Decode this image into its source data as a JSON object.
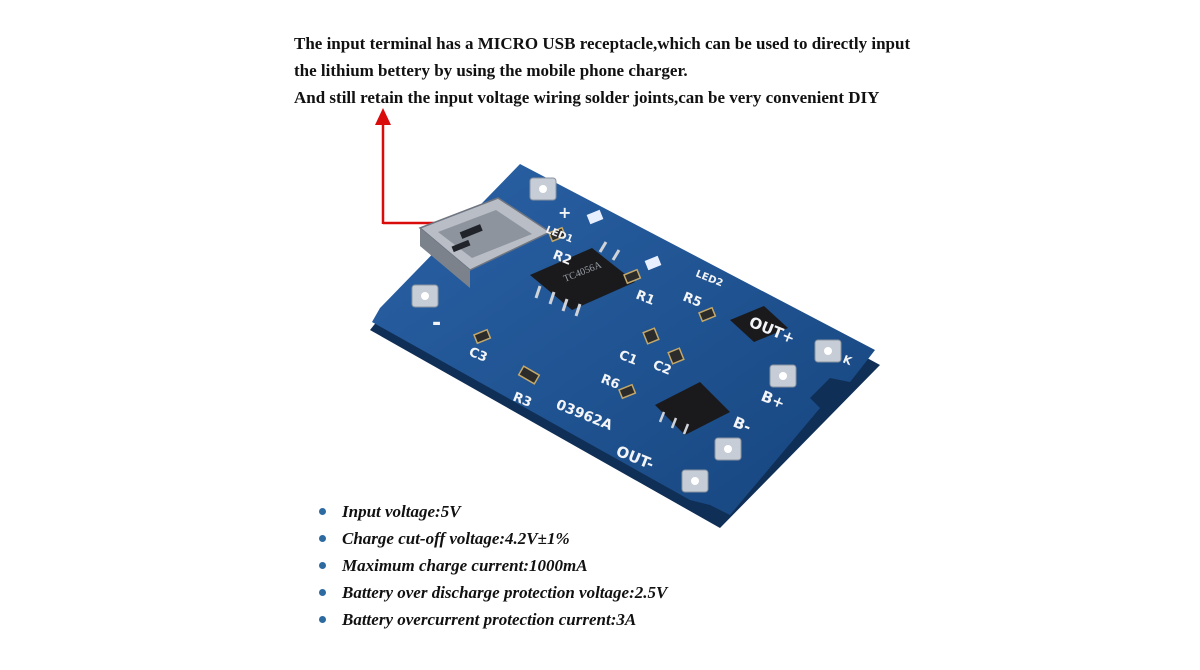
{
  "intro": {
    "line1": "The input terminal has a MICRO USB receptacle,which can be used to directly input",
    "line2": "the lithium bettery by using the mobile phone charger.",
    "line3": "And still retain the input voltage wiring solder joints,can be very convenient DIY"
  },
  "board": {
    "plus": "+",
    "minus": "-",
    "led1": "LED1",
    "led2": "LED2",
    "r1": "R1",
    "r2": "R2",
    "r3": "R3",
    "r5": "R5",
    "r6": "R6",
    "c1": "C1",
    "c2": "C2",
    "c3": "C3",
    "out_plus": "OUT+",
    "out_minus": "OUT-",
    "b_plus": "B+",
    "b_minus": "B-",
    "code": "03962A",
    "chip": "TC4056A",
    "k": "K"
  },
  "specs": [
    {
      "text": "Input voltage:5V"
    },
    {
      "text": "Charge cut-off voltage:4.2V±1%"
    },
    {
      "text": "Maximum charge current:1000mA"
    },
    {
      "text": "Battery over discharge protection voltage:2.5V"
    },
    {
      "text": "Battery overcurrent protection current:3A"
    }
  ],
  "colors": {
    "arrow": "#d90b0b",
    "bullet": "#2d6aa0",
    "pcb": "#1f4f8c",
    "pcb_dark": "#163b6a",
    "silk": "#f2f4f7"
  },
  "icons": {
    "bullet": "dot-icon",
    "pointer": "arrow-icon"
  }
}
